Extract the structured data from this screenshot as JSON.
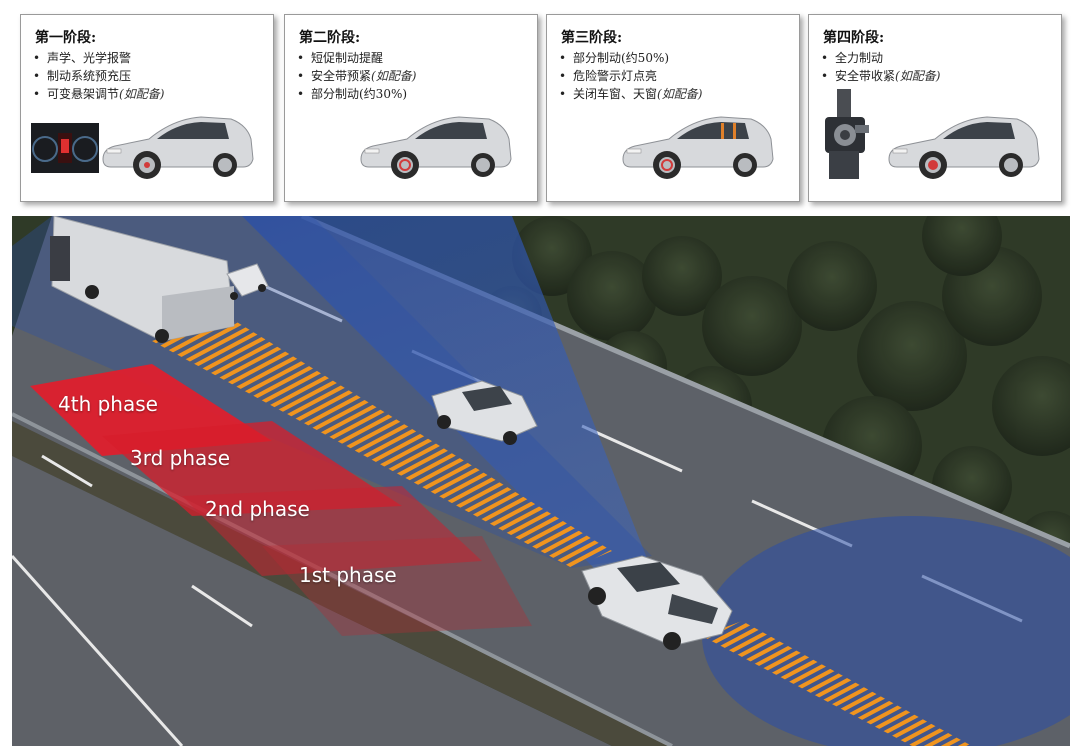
{
  "panels": [
    {
      "title": "第一阶段:",
      "items": [
        {
          "text": "声学、光学报警",
          "note": ""
        },
        {
          "text": "制动系统预充压",
          "note": ""
        },
        {
          "text": "可变悬架调节",
          "note": "(如配备)"
        }
      ]
    },
    {
      "title": "第二阶段:",
      "items": [
        {
          "text": "短促制动提醒",
          "note": ""
        },
        {
          "text": "安全带预紧",
          "note": "(如配备)"
        },
        {
          "text": "部分制动(约30%)",
          "note": ""
        }
      ]
    },
    {
      "title": "第三阶段:",
      "items": [
        {
          "text": "部分制动(约50%)",
          "note": ""
        },
        {
          "text": "危险警示灯点亮",
          "note": ""
        },
        {
          "text": "关闭车窗、天窗",
          "note": "(如配备)"
        }
      ]
    },
    {
      "title": "第四阶段:",
      "items": [
        {
          "text": "全力制动",
          "note": ""
        },
        {
          "text": "安全带收紧",
          "note": "(如配备)"
        }
      ]
    }
  ],
  "bullet": "•",
  "phases": {
    "p4": "4th phase",
    "p3": "3rd phase",
    "p2": "2nd phase",
    "p1": "1st phase"
  },
  "colors": {
    "phase_red": "#e0202c",
    "sensor_blue": "#2a4fa8",
    "stripe_orange": "#f0941e",
    "road": "#5d6168",
    "forest": "#2f3a27"
  }
}
